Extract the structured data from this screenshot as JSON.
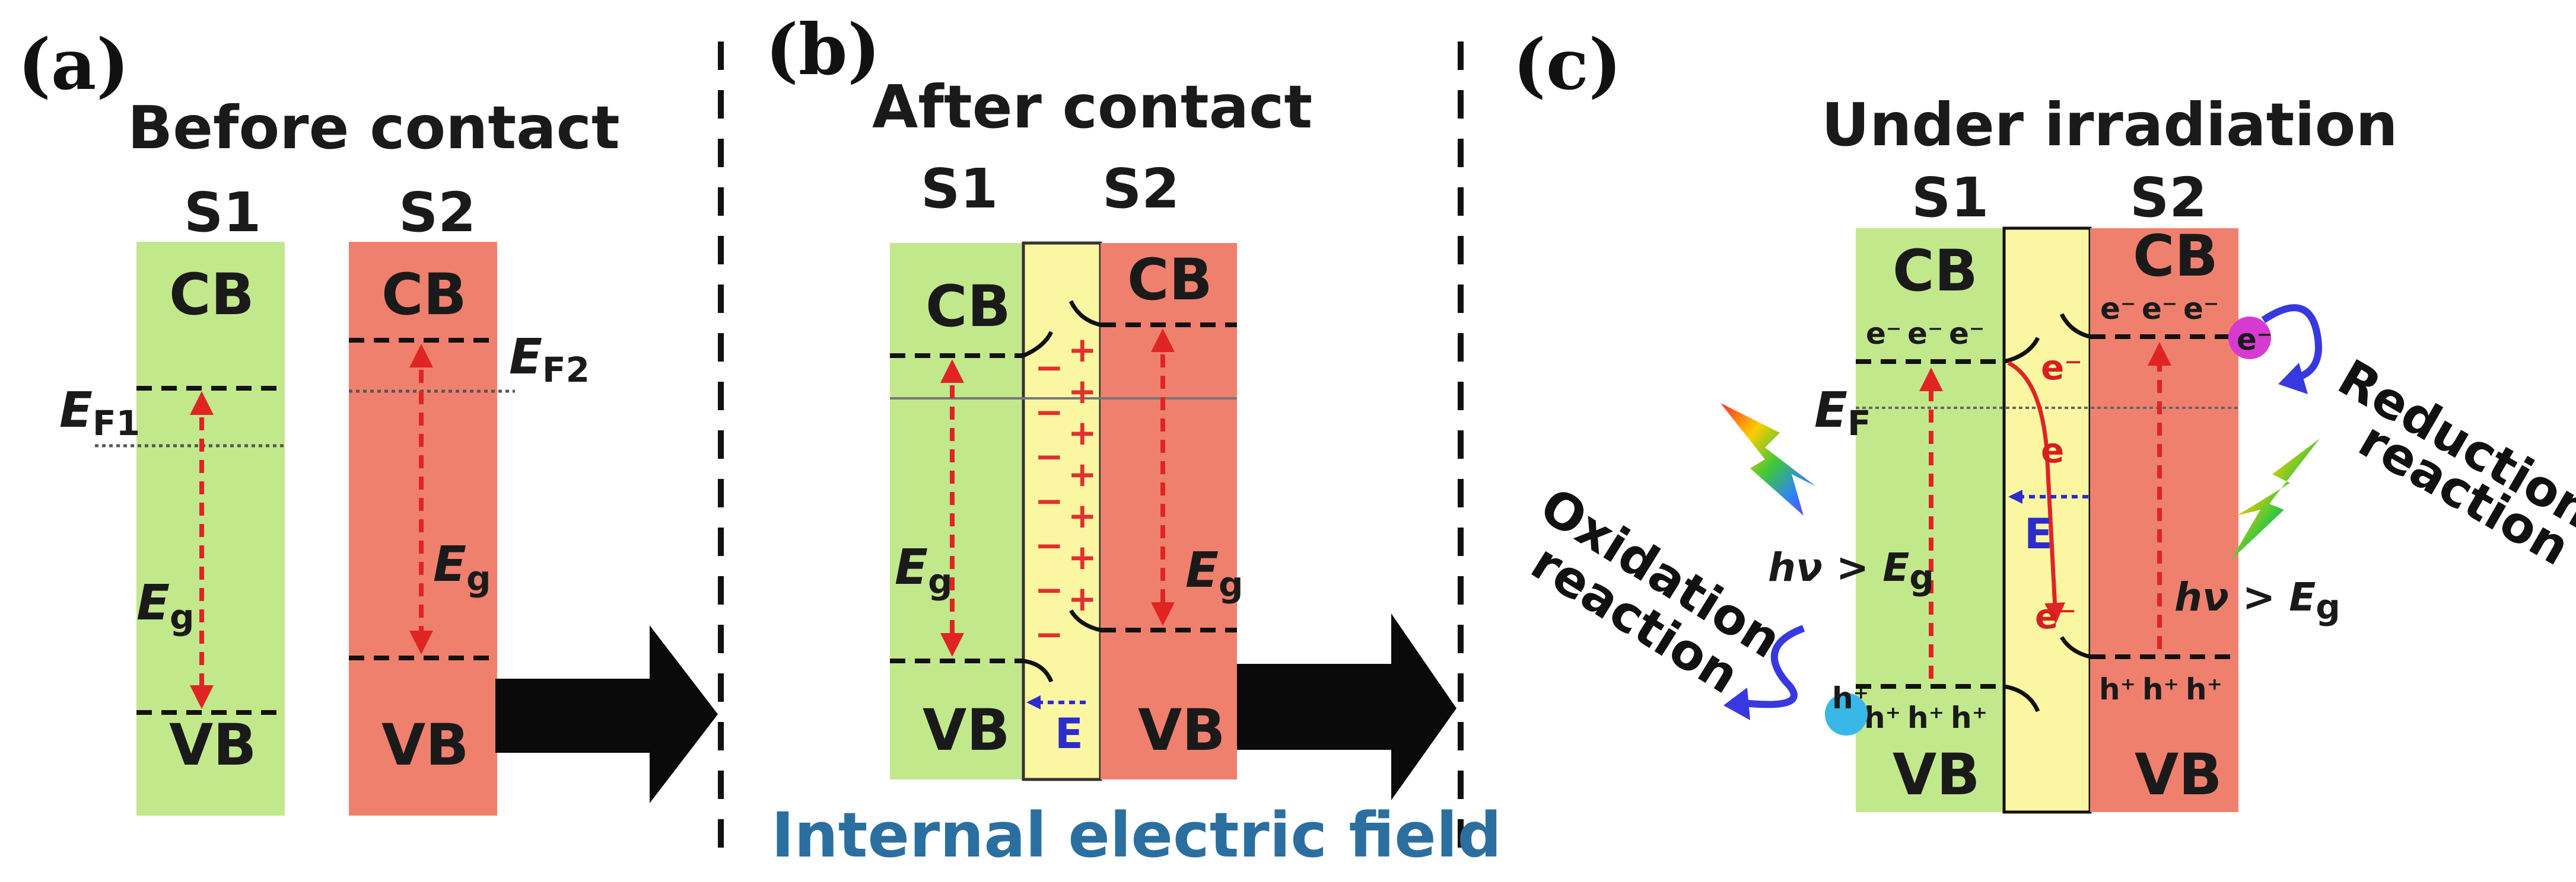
{
  "panels": {
    "a": {
      "tag": "(a)",
      "title": "Before contact",
      "s1": "S1",
      "s2": "S2",
      "cb": "CB",
      "vb": "VB",
      "ef1": "E",
      "ef1_sub": "F1",
      "ef2": "E",
      "ef2_sub": "F2",
      "eg": "E",
      "eg_sub": "g"
    },
    "b": {
      "tag": "(b)",
      "title": "After contact",
      "s1": "S1",
      "s2": "S2",
      "cb": "CB",
      "vb": "VB",
      "eg": "E",
      "eg_sub": "g",
      "minus": "−",
      "plus": "+",
      "field": "E",
      "field_caption": "Internal electric field"
    },
    "c": {
      "tag": "(c)",
      "title": "Under irradiation",
      "s1": "S1",
      "s2": "S2",
      "cb": "CB",
      "vb": "VB",
      "ef": "E",
      "ef_sub": "F",
      "electron": "e⁻",
      "electron_mid": "e",
      "hole": "h⁺",
      "field": "E",
      "hv_left_prefix": "hν > ",
      "hv_right_prefix": "hν > ",
      "eg": "E",
      "eg_sub": "g",
      "oxidation_1": "Oxidation",
      "oxidation_2": "reaction",
      "reduction_1": "Reduction",
      "reduction_2": "reaction"
    }
  },
  "colors": {
    "s1_band": "#c2e88c",
    "s2_band": "#f0806e",
    "junction": "#fbf6a2",
    "arrow_red": "#e02424",
    "field_blue": "#2c2ccc",
    "curved_arrow": "#3838e0",
    "hole_circle": "#39b8e8",
    "electron_circle": "#d63ad0"
  }
}
